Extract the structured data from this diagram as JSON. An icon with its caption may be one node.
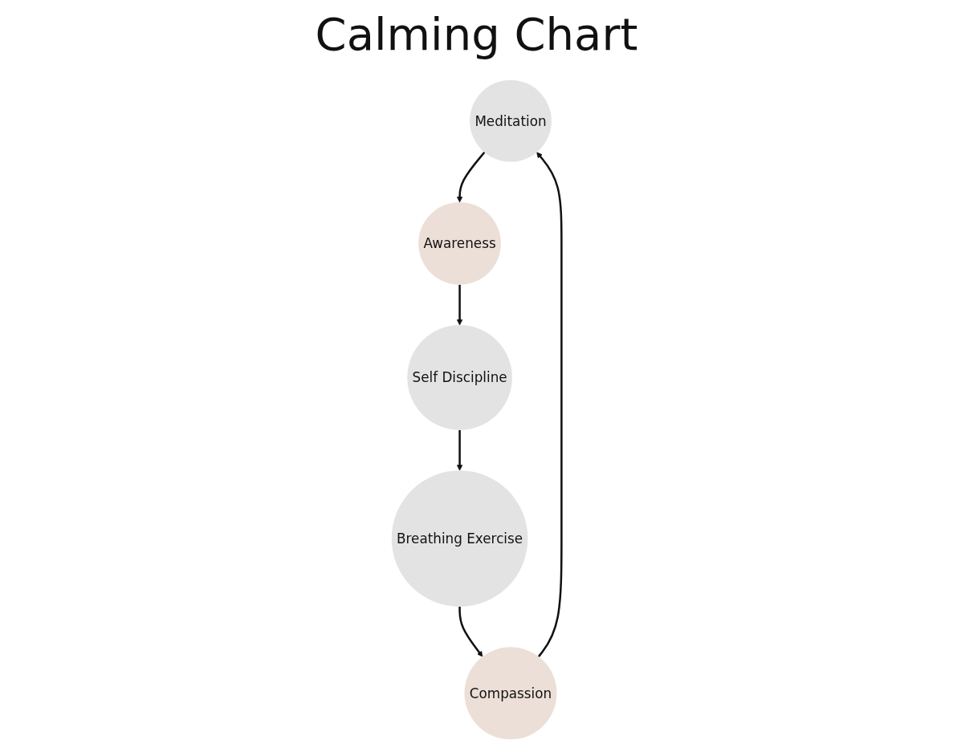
{
  "diagram": {
    "title": "Calming Chart",
    "nodes": [
      {
        "text": [
          "Meditation"
        ]
      },
      {
        "text": [
          "Awareness"
        ]
      },
      {
        "text": [
          "Self Discipline"
        ]
      },
      {
        "text": [
          "Breathing Exercise"
        ]
      },
      {
        "text": [
          "Compassion"
        ]
      }
    ],
    "edges": [
      {
        "from": 0,
        "to": 1,
        "arrow": "to"
      },
      {
        "from": 1,
        "to": 2,
        "arrow": "to"
      },
      {
        "from": 2,
        "to": 3,
        "arrow": "to"
      },
      {
        "from": 3,
        "to": 4,
        "arrow": "to"
      },
      {
        "from": 4,
        "to": 0,
        "arrow": "to"
      }
    ]
  }
}
